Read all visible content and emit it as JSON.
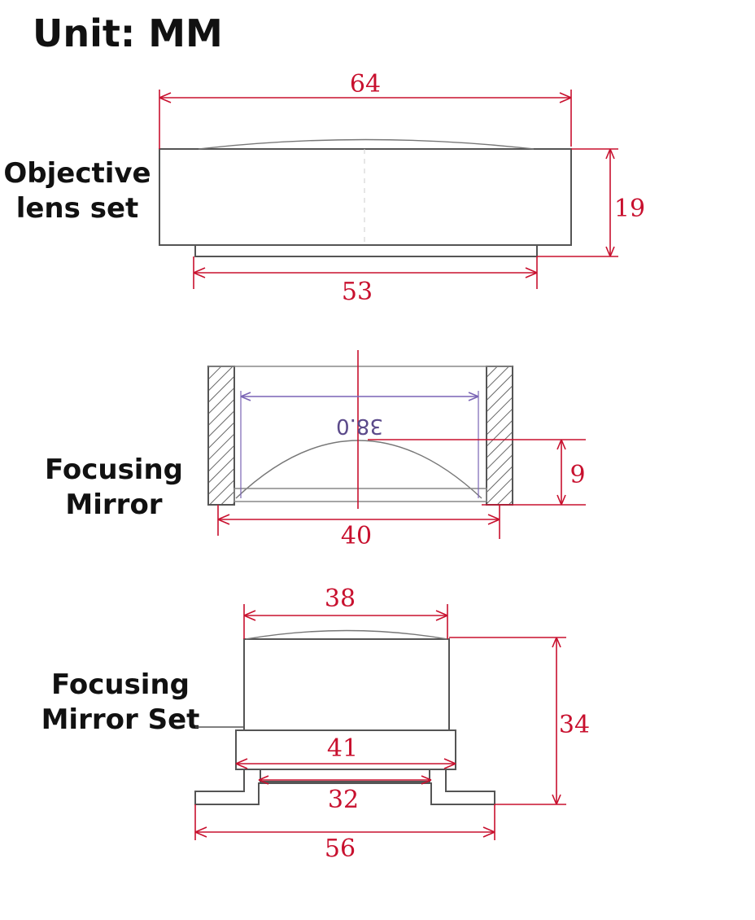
{
  "title": "Unit: MM",
  "parts": {
    "objective": {
      "label_line1": "Objective",
      "label_line2": "lens set",
      "dims": {
        "width": "64",
        "height": "19",
        "bottom": "53"
      }
    },
    "focusing_mirror": {
      "label_line1": "Focusing",
      "label_line2": "Mirror",
      "inner_text": "38.0",
      "dims": {
        "height": "9",
        "bottom": "40"
      }
    },
    "focusing_mirror_set": {
      "label_line1": "Focusing",
      "label_line2": "Mirror Set",
      "dims": {
        "top": "38",
        "height": "34",
        "flange": "41",
        "inner_base": "32",
        "base": "56"
      }
    }
  },
  "colors": {
    "dimension": "#c8102e",
    "outline": "#555555",
    "hatch": "#666666",
    "inner_dim": "#5b4a8a"
  }
}
